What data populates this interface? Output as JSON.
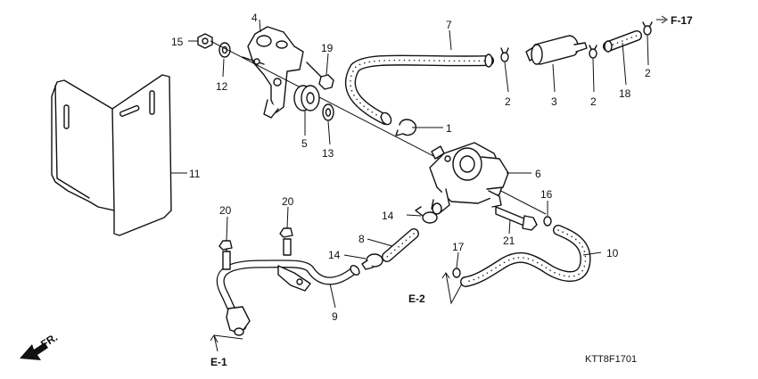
{
  "diagram": {
    "code": "KTT8F1701",
    "direction_label": "FR.",
    "refs": {
      "e1": "E-1",
      "e2": "E-2",
      "f17": "F-17"
    },
    "callouts": {
      "c1": "1",
      "c2a": "2",
      "c2b": "2",
      "c2c": "2",
      "c3": "3",
      "c4": "4",
      "c5": "5",
      "c6": "6",
      "c7": "7",
      "c8": "8",
      "c9": "9",
      "c10": "10",
      "c11": "11",
      "c12": "12",
      "c13": "13",
      "c14a": "14",
      "c14b": "14",
      "c15": "15",
      "c16": "16",
      "c17": "17",
      "c18": "18",
      "c19": "19",
      "c20a": "20",
      "c20b": "20",
      "c21": "21"
    }
  }
}
